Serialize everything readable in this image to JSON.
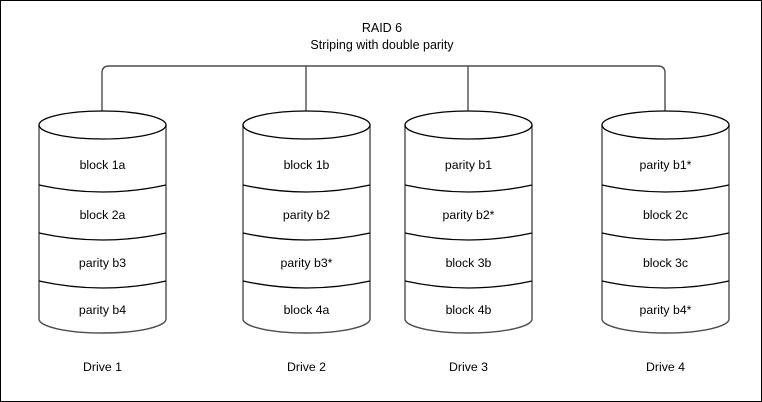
{
  "title": {
    "line1": "RAID 6",
    "line2": "Striping with double parity"
  },
  "colors": {
    "frame": "#000000",
    "stroke": "#4d4d4d",
    "outline": "#000000",
    "background": "#ffffff",
    "text": "#000000"
  },
  "drives": [
    {
      "label": "Drive 1",
      "blocks": [
        "block 1a",
        "block 2a",
        "parity b3",
        "parity b4"
      ]
    },
    {
      "label": "Drive 2",
      "blocks": [
        "block 1b",
        "parity b2",
        "parity b3*",
        "block 4a"
      ]
    },
    {
      "label": "Drive 3",
      "blocks": [
        "parity b1",
        "parity b2*",
        "block 3b",
        "block 4b"
      ]
    },
    {
      "label": "Drive 4",
      "blocks": [
        "parity b1*",
        "block 2c",
        "block 3c",
        "parity b4*"
      ]
    }
  ]
}
